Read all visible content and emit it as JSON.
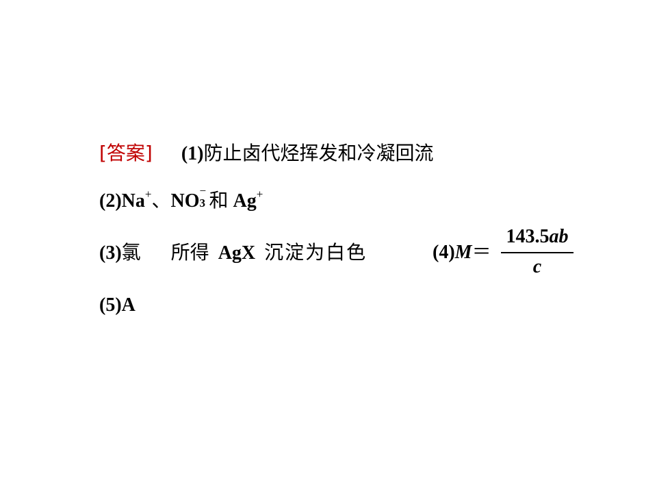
{
  "answer_label": "[答案]",
  "q1": {
    "num": "(1)",
    "text": "防止卤代烃挥发和冷凝回流"
  },
  "q2": {
    "num": "(2)",
    "na": "Na",
    "na_charge": "+",
    "sep": "、",
    "no": "NO",
    "no_sub": "3",
    "no_charge": "−",
    "and": "和",
    "ag": "Ag",
    "ag_charge": "+"
  },
  "q3": {
    "num": "(3)",
    "t1": "氯",
    "t2": "所得",
    "agx": "AgX",
    "t3": "沉淀为白色"
  },
  "q4": {
    "num": "(4)",
    "var": "M",
    "eq": "＝",
    "numerator_num": "143.5",
    "numerator_var": "ab",
    "denominator": "c"
  },
  "q5": {
    "num": "(5)",
    "ans": "A"
  }
}
